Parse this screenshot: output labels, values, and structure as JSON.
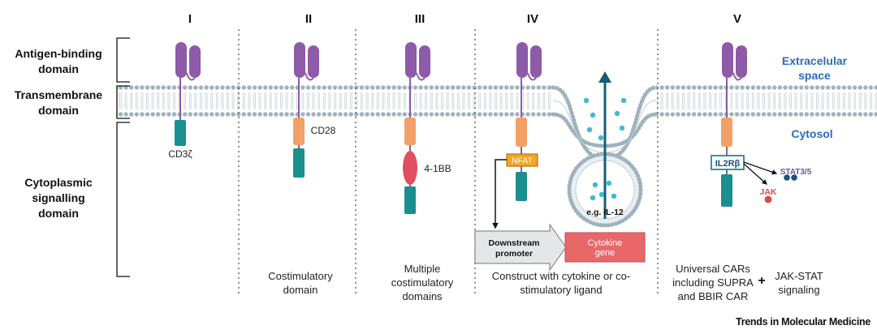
{
  "columns": [
    "I",
    "II",
    "III",
    "IV",
    "V"
  ],
  "domains": {
    "antigen_binding": "Antigen-binding domain",
    "transmembrane": "Transmembrane domain",
    "cytoplasmic": "Cytoplasmic signalling domain"
  },
  "compartments": {
    "extracellular": "Extracelular space",
    "cytosol": "Cytosol"
  },
  "signals": {
    "cd3z": "CD3ζ",
    "cd28": "CD28",
    "four_1bb": "4-1BB",
    "nfat": "NFAT",
    "il2rb": "IL2Rβ",
    "stat": "STAT3/5",
    "jak": "JAK",
    "il12": "e.g. IL-12",
    "promoter": "Downstream promoter",
    "cytokine_gene": "Cytokine gene"
  },
  "captions": {
    "c2": "Costimulatory domain",
    "c3": "Multiple costimulatory domains",
    "c4": "Construct with cytokine or co-stimulatory ligand",
    "c5a": "Universal CARs including SUPRA and BBIR CAR",
    "plus": "+",
    "c5b": "JAK-STAT signaling"
  },
  "footer": "Trends in Molecular Medicine",
  "colors": {
    "antibody": "#8e5ba8",
    "costim": "#f2a066",
    "cd3z": "#1a8f8f",
    "bb": "#e05060",
    "nfat": "#f5a623",
    "text_blue": "#2b6cb8",
    "membrane": "#9fb2bd"
  }
}
